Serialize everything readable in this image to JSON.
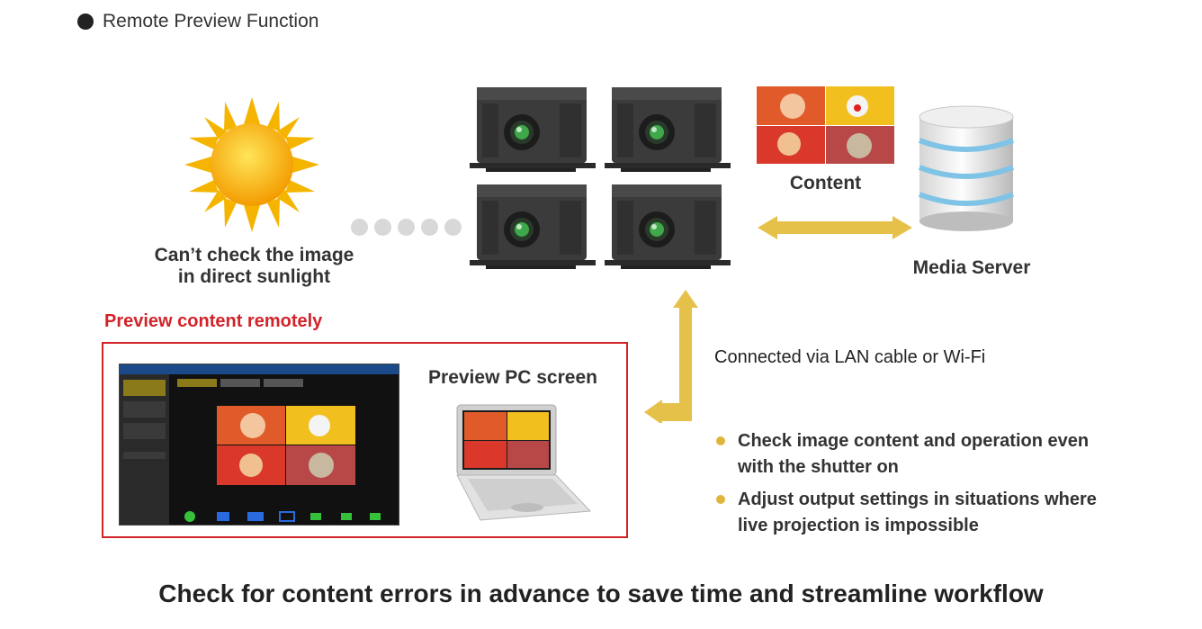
{
  "heading": "Remote Preview Function",
  "sun_caption_line1": "Can’t check the image",
  "sun_caption_line2": "in direct sunlight",
  "content_label": "Content",
  "server_label": "Media Server",
  "preview_title": "Preview content remotely",
  "pc_label": "Preview PC screen",
  "connection": "Connected via LAN cable or Wi-Fi",
  "bullets": [
    "Check image content and operation even with the shutter on",
    "Adjust output settings in situations where live projection is impossible"
  ],
  "footer": "Check for content errors in advance to save time and streamline workflow",
  "colors": {
    "accent_red": "#d2232a",
    "arrow_gold": "#e6c14a",
    "bullet_gold": "#e0b53c"
  },
  "icons": [
    "sun-icon",
    "projector-icon",
    "database-icon",
    "laptop-icon",
    "arrow-icon"
  ]
}
